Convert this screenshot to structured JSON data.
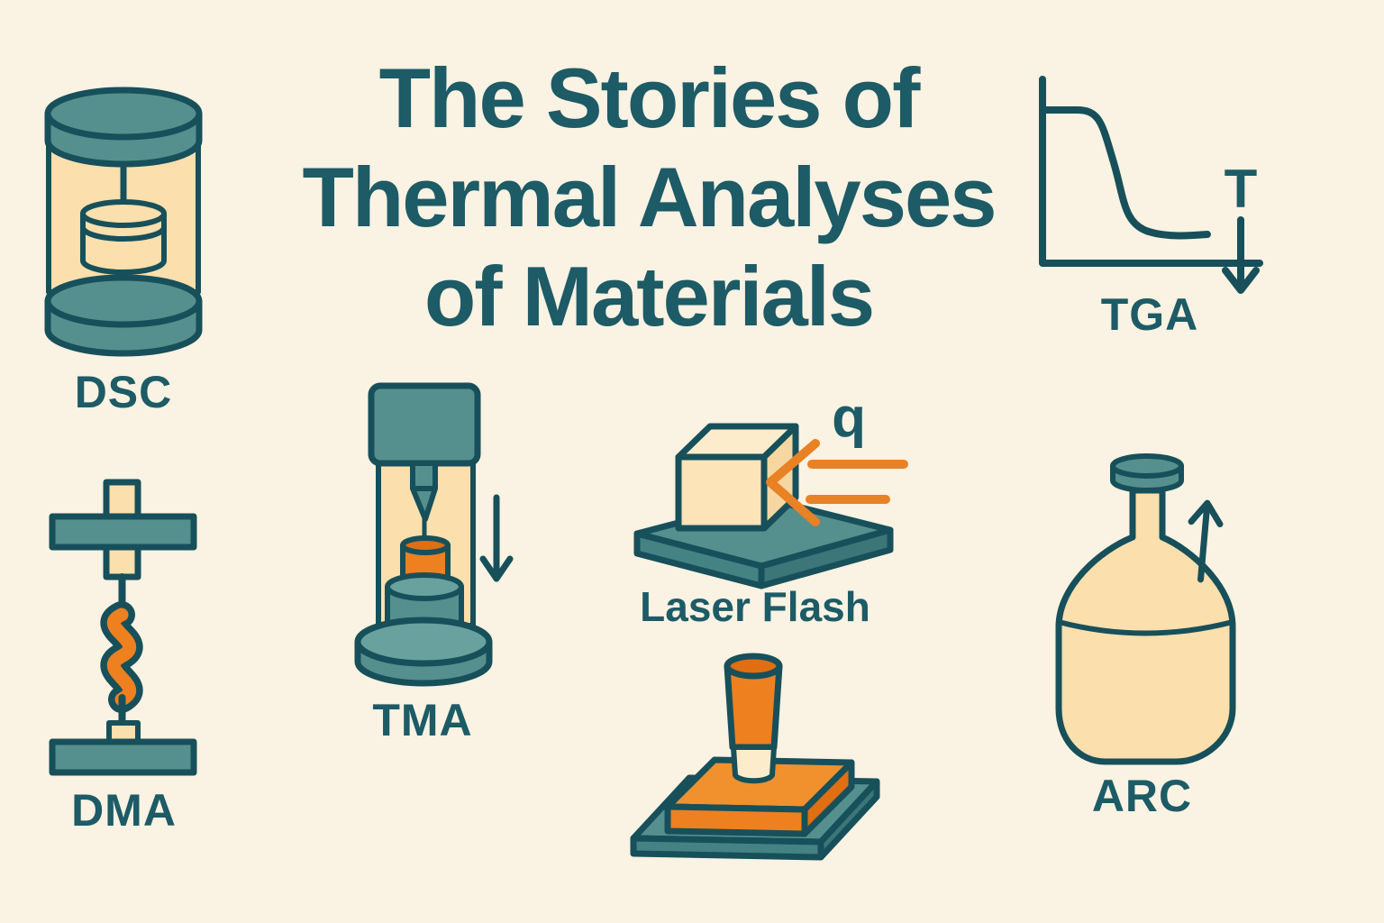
{
  "title": {
    "line1": "The Stories of",
    "line2": "Thermal Analyses",
    "line3": "of Materials"
  },
  "methods": {
    "dsc": {
      "label": "DSC",
      "icon": "dsc-cell-icon"
    },
    "tga": {
      "label": "TGA",
      "icon": "tga-mass-loss-curve-icon",
      "temperature_symbol": "T"
    },
    "dma": {
      "label": "DMA",
      "icon": "dma-clamp-sample-icon"
    },
    "tma": {
      "label": "TMA",
      "icon": "tma-probe-stage-icon"
    },
    "laser_flash": {
      "label": "Laser Flash",
      "icon": "laser-flash-sample-icon",
      "heat_flux_symbol": "q"
    },
    "arc": {
      "label": "ARC",
      "icon": "arc-vessel-icon"
    },
    "flash_source": {
      "icon": "flash-lamp-stage-icon"
    }
  },
  "colors": {
    "background": "#faf2e2",
    "outline_ink": "#17505a",
    "text_teal": "#1d5b66",
    "teal_fill": "#55908e",
    "teal_light": "#68a19e",
    "teal_shadow": "#458283",
    "peach_fill": "#fbdfad",
    "peach_light": "#fdeccb",
    "orange": "#ee8020",
    "orange_deep": "#e06e12",
    "arrow_orange": "#e98125"
  }
}
